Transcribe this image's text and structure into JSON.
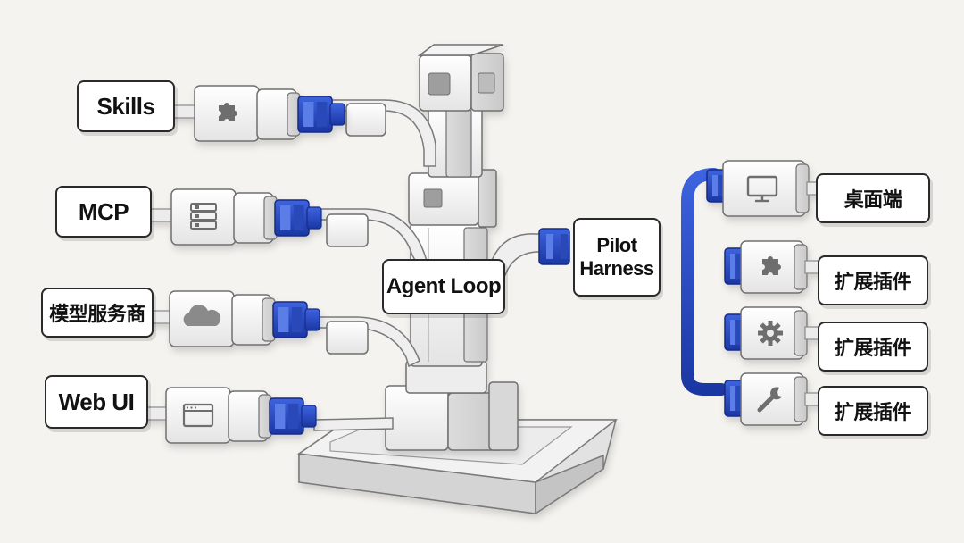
{
  "left_modules": [
    {
      "label": "Skills",
      "icon": "puzzle-icon"
    },
    {
      "label": "MCP",
      "icon": "server-icon"
    },
    {
      "label": "模型服务商",
      "icon": "cloud-icon"
    },
    {
      "label": "Web UI",
      "icon": "browser-window-icon"
    }
  ],
  "center": {
    "label": "Agent Loop"
  },
  "harness": {
    "line1": "Pilot",
    "line2": "Harness"
  },
  "right_modules": [
    {
      "label": "桌面端",
      "icon": "monitor-icon"
    },
    {
      "label": "扩展插件",
      "icon": "puzzle-icon"
    },
    {
      "label": "扩展插件",
      "icon": "gear-icon"
    },
    {
      "label": "扩展插件",
      "icon": "wrench-icon"
    }
  ],
  "colors": {
    "connector_blue": "#2347c6",
    "block_white": "#f7f7f7",
    "block_edge": "#6f6f6f",
    "background": "#f5f3ef"
  }
}
